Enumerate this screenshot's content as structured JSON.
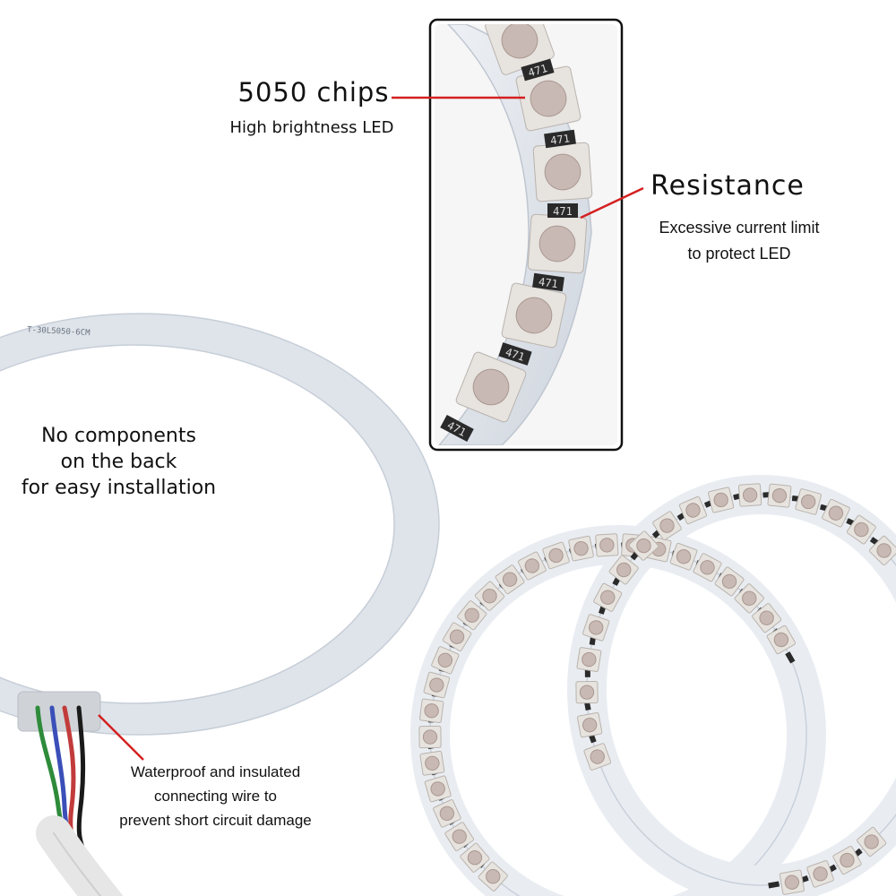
{
  "callouts": {
    "chips": {
      "title": "5050 chips",
      "subtitle": "High brightness LED"
    },
    "resistance": {
      "title": "Resistance",
      "line1": "Excessive current limit",
      "line2": "to protect LED"
    },
    "back": {
      "line1": "No components",
      "line2": "on the back",
      "line3": "for easy installation"
    },
    "wire": {
      "line1": "Waterproof and insulated",
      "line2": "connecting wire to",
      "line3": "prevent short circuit damage"
    }
  },
  "pcb_markings": {
    "resistor_code": "471",
    "ring_print": "T-30L5050-6CM"
  },
  "colors": {
    "callout_line": "#d42020",
    "pcb_white": "#f0f3f7",
    "pcb_shadow": "#c5ccd6",
    "led_body": "#e7e3df",
    "led_lens": "#c9b9b4",
    "resistor": "#2a2a2a",
    "wire_red": "#c23b3b",
    "wire_green": "#2e8b3a",
    "wire_blue": "#3b4fb8",
    "wire_black": "#1a1a1a",
    "cable_sheath": "#e6e6e6"
  }
}
